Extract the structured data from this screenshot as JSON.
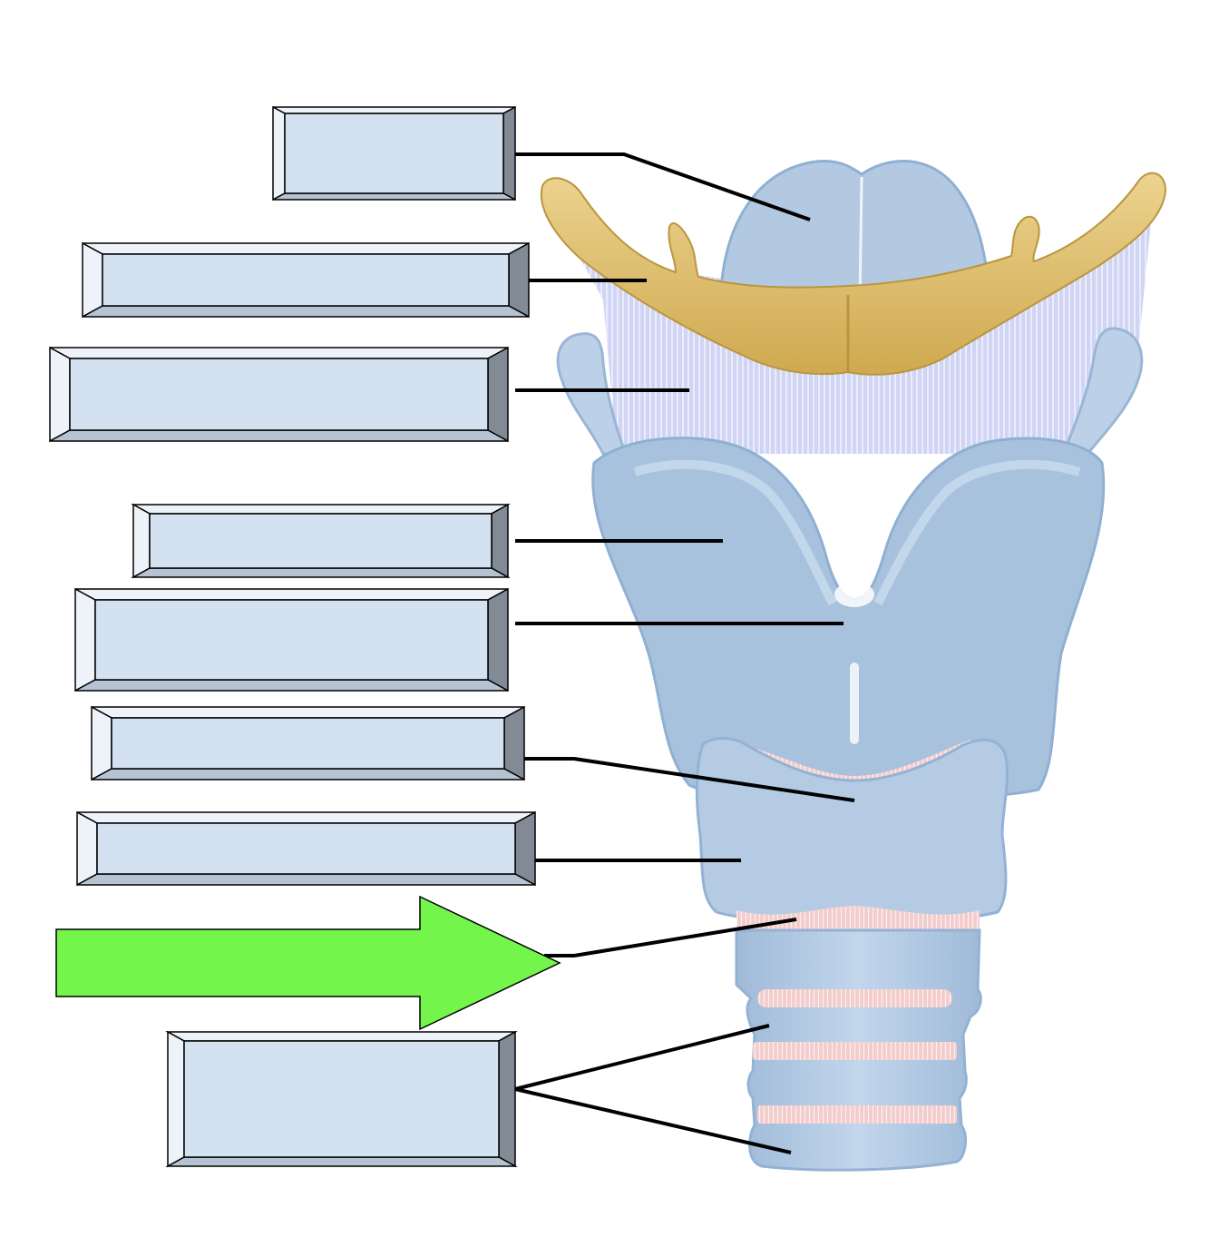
{
  "diagram": {
    "colors": {
      "cartilage": "#a9c3dd",
      "cartilage_light": "#cddcee",
      "cartilage_edge": "#8fb0d2",
      "hyoid": "#d8b766",
      "hyoid_edge": "#b9963f",
      "membrane": "#c9ccf0",
      "ligament_pink": "#f1c7c7",
      "ligament_line": "#d89a9a",
      "label_face": "#d3e1f1",
      "bevel_light": "#eef3fa",
      "bevel_mid": "#b6c3d2",
      "bevel_dark": "#828a96",
      "leader": "#000000",
      "arrow": "#74f54c"
    },
    "labels": [
      {
        "id": "epiglottis",
        "text": ""
      },
      {
        "id": "hyoid-bone",
        "text": ""
      },
      {
        "id": "thyrohyoid-membrane",
        "text": ""
      },
      {
        "id": "thyroid-cartilage",
        "text": ""
      },
      {
        "id": "laryngeal-prominence",
        "text": ""
      },
      {
        "id": "cricothyroid-ligament",
        "text": ""
      },
      {
        "id": "cricoid-cartilage",
        "text": ""
      },
      {
        "id": "cricotracheal-ligament",
        "text": ""
      },
      {
        "id": "tracheal-cartilages",
        "text": ""
      }
    ],
    "arrow_icon": "right-arrow-icon"
  }
}
